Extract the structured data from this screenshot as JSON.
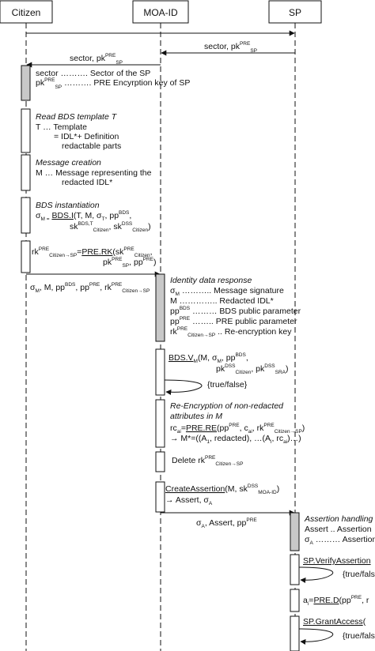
{
  "participants": [
    {
      "name": "Citizen"
    },
    {
      "name": "MOA-ID"
    },
    {
      "name": "SP"
    }
  ],
  "messages": [
    {
      "label": ""
    },
    {
      "label": "sector, pk",
      "sup": "PRE",
      "sub": "SP"
    },
    {
      "label": "sector, pk",
      "sup": "PRE",
      "sub": "SP"
    },
    {
      "label": "σ",
      "sub1": "M",
      "rest": ", M, pp",
      "sup2": "BDS",
      "rest2": ", pp",
      "sup3": "PRE",
      "rest3": ", rk",
      "sup4": "PRE",
      "sub4": "Citizen→SP"
    },
    {
      "label": "σ",
      "sub1": "A",
      "rest": ", Assert, pp",
      "sup2": "PRE"
    }
  ],
  "notes": {
    "n1": [
      "sector ………. Sector of the SP",
      "pk PRE SP ………. PRE Encyrption key of SP"
    ],
    "n2": [
      "Read BDS template T",
      "T … Template",
      "= IDL*+ Definition",
      "redactable parts"
    ],
    "n3": [
      "Message creation",
      "M … Message representing the",
      "redacted IDL*"
    ],
    "n4": [
      "BDS instantiation",
      "σM = BDS.I(T, M, σT, pp BDS,",
      "sk BDS,T Citizen, sk DSS Citizen)"
    ],
    "n5": [
      "rk PRE Citizen→SP = PRE.RK(sk PRE Citizen,",
      "pk PRE SP, pp PRE)"
    ],
    "n6": [
      "Identity data response",
      "σM ……….. Message signature",
      "M ………….. Redacted IDL*",
      "pp BDS ……… BDS public parameter",
      "pp PRE …….. PRE public parameter",
      "rk PRE Citizen→SP .. Re-encryption key"
    ],
    "n7": [
      "BDS.VM(M, σM, pp BDS,",
      "pk DSS Citizen, pk DSS SRA)",
      "{true/false}"
    ],
    "n8": [
      "Re-Encryption of non-redacted",
      "attributes in M",
      "rc ai = PRE.RE(pp PRE, c ai, rk PRE Citizen→SP)",
      "→ M* = ((A1, redacted), …(Ai, rc ai)…)"
    ],
    "n9": [
      "Delete rk PRE Citizen→SP"
    ],
    "n10": [
      "CreateAssertion(M, sk DSS MOA-ID)",
      "→ Assert, σA"
    ],
    "n11": [
      "Assertion handling",
      "Assert .. Assertion",
      "σA ……… Assertion"
    ],
    "n12": [
      "SP.VerifyAssertion",
      "{true/fals"
    ],
    "n13": [
      "ai = PRE.D(pp PRE, r"
    ],
    "n14": [
      "SP.GrantAccess(",
      "{true/fals"
    ]
  }
}
